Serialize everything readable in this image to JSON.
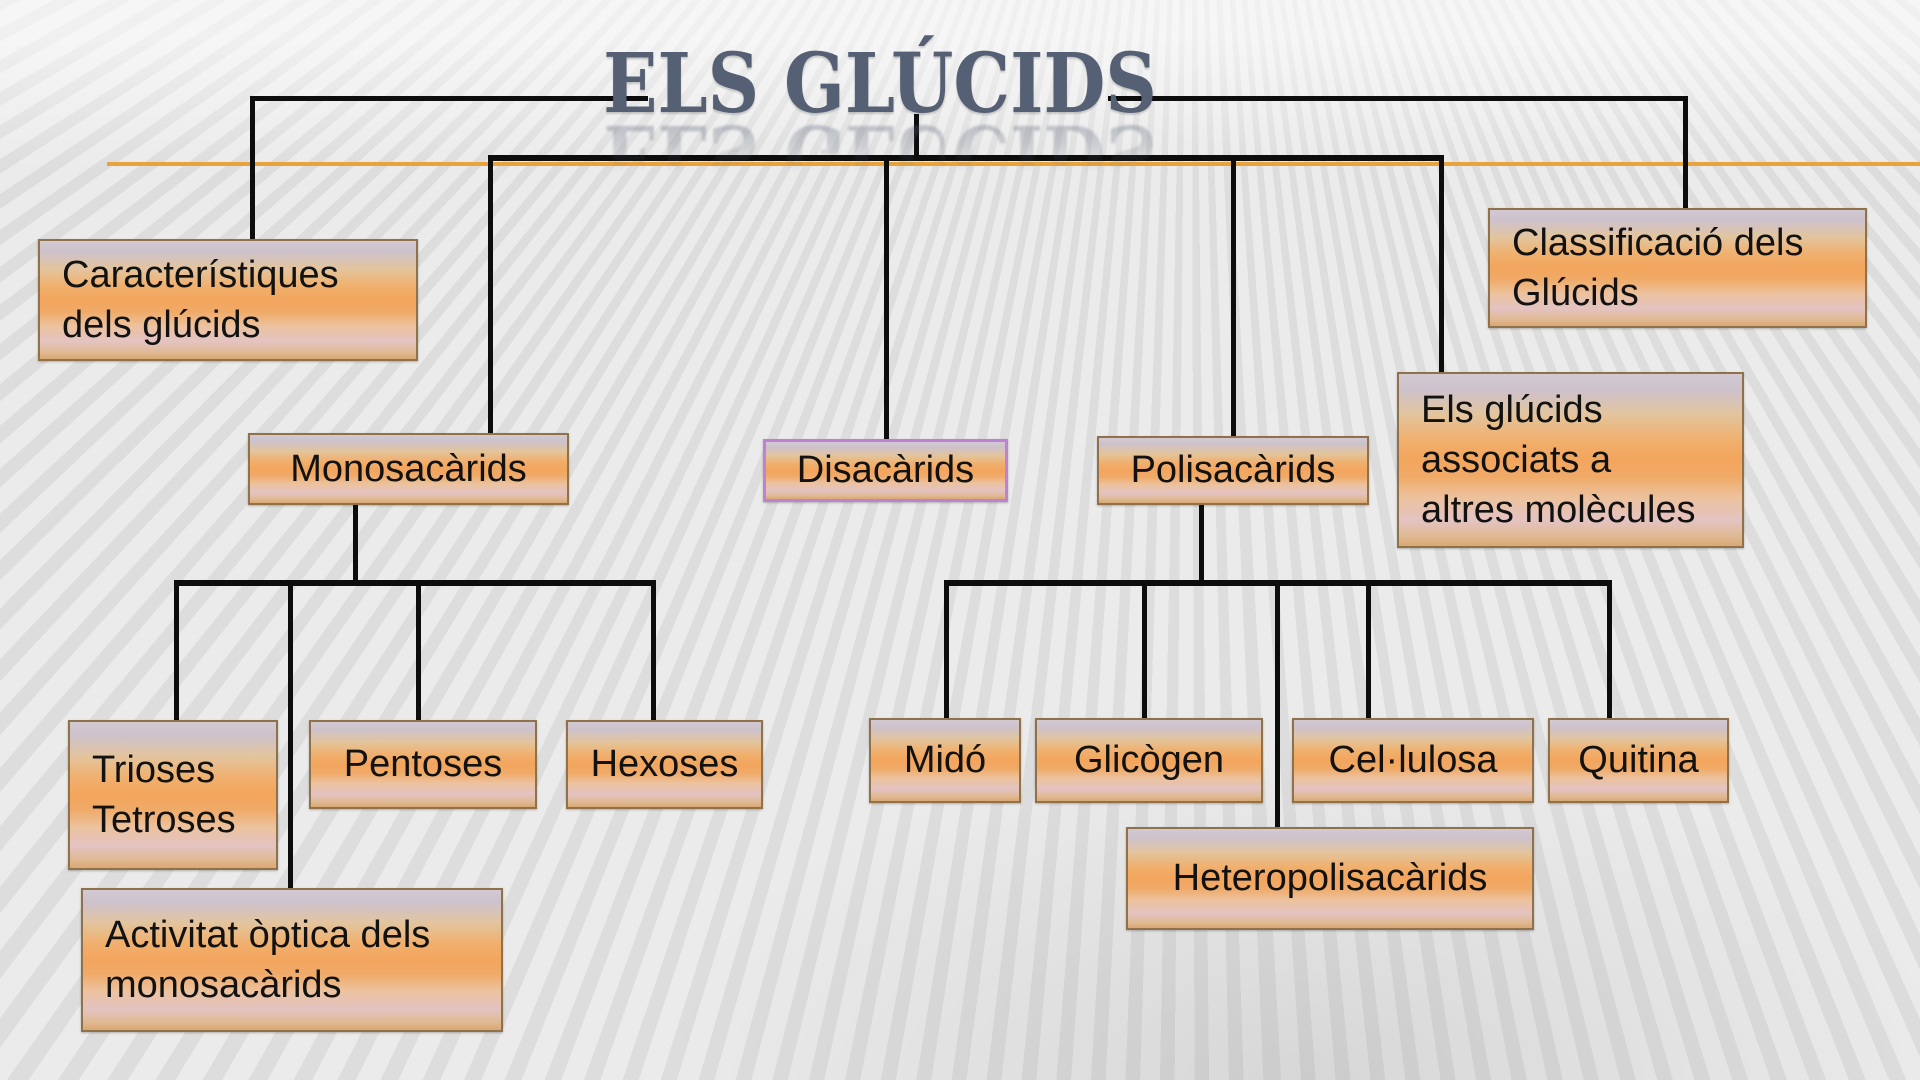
{
  "title": {
    "text": "ELS GLÚCIDS"
  },
  "colors": {
    "background": "#ebebeb",
    "accent_line_orange": "#E8A33C",
    "connector_black": "#0d0d0d",
    "title_text": "#566074",
    "node_border": "#8f7249",
    "disacarids_border_purple": "#bd82d4",
    "node_text": "#121212",
    "node_gradient_top": "#cdc2cc",
    "node_gradient_middle": "#f3a55d",
    "node_gradient_bottom": "#daa873"
  },
  "nodes": {
    "caracteristiques": {
      "label": "Característiques\ndels glúcids"
    },
    "classificacio": {
      "label": "Classificació dels\nGlúcids"
    },
    "monosacarids": {
      "label": "Monosacàrids"
    },
    "disacarids": {
      "label": "Disacàrids"
    },
    "polisacarids": {
      "label": "Polisacàrids"
    },
    "glucids_associats": {
      "label": "Els glúcids\nassociats a\naltres molècules"
    },
    "trioses_tetroses": {
      "label": "Trioses\nTetroses"
    },
    "pentoses": {
      "label": "Pentoses"
    },
    "hexoses": {
      "label": "Hexoses"
    },
    "activitat_optica": {
      "label": "Activitat òptica dels\nmonosacàrids"
    },
    "mido": {
      "label": "Midó"
    },
    "glicogen": {
      "label": "Glicògen"
    },
    "cellulosa": {
      "label": "Cel·lulosa"
    },
    "quitina": {
      "label": "Quitina"
    },
    "heteropolisacarids": {
      "label": "Heteropolisacàrids"
    }
  }
}
